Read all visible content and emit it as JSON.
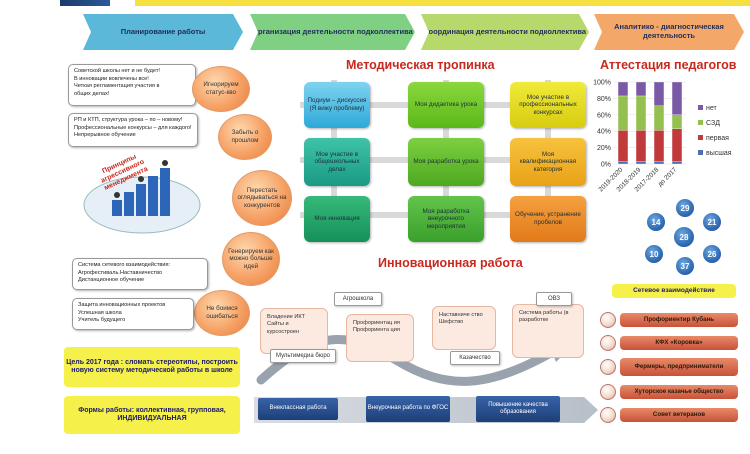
{
  "header": {
    "items": [
      {
        "label": "Планирование работы",
        "color": "#5bb8d8"
      },
      {
        "label": "Организация деятельности подколлектива",
        "color": "#7fd082"
      },
      {
        "label": "Координация деятельности подколлектива",
        "color": "#b7d86a"
      },
      {
        "label": "Аналитико - диагностическая деятельность",
        "color": "#f3a86a"
      }
    ]
  },
  "principles": {
    "sign_label": "Принципы агрессивного менеджмента",
    "circles": [
      {
        "label": "Игнорируем статус-кво"
      },
      {
        "label": "Забыть о прошлом"
      },
      {
        "label": "Перестать оглядываться на конкурентов"
      },
      {
        "label": "Генерируем как можно больше идей"
      },
      {
        "label": "Не боимся ошибаться"
      }
    ],
    "notes": [
      {
        "lines": [
          "Советской школы нет и не будет!",
          "В инновации вовлечены все!",
          "Четкая регламентация участия в",
          "общих делах!"
        ]
      },
      {
        "lines": [
          "РП и КТП, структура урока – по – новому!",
          "Профессиональные конкурсы – для каждого!",
          "Непрерывное обучение"
        ]
      },
      {
        "lines": [
          "Система сетевого взаимодействия:",
          "Агрофестиваль.Наставничество",
          "Дистанционное обучение"
        ]
      },
      {
        "lines": [
          "Защита инновационных проектов",
          "Успешная школа",
          "Учитель будущего"
        ]
      }
    ]
  },
  "goal": {
    "text": "Цель 2017 года : сломать стереотипы, построить новую систему методической работы в школе",
    "forms": "Формы работы: коллективная, групповая, ИНДИВИДУАЛЬНАЯ"
  },
  "methodical": {
    "title": "Методическая тропинка",
    "boxes": [
      {
        "label": "Подиум – дискуссия (Я вижу проблему)"
      },
      {
        "label": "Мое участие в общешкольных делах"
      },
      {
        "label": "Моя инновация"
      },
      {
        "label": "Моя дидактика урока"
      },
      {
        "label": "Моя разработка урока"
      },
      {
        "label": "Моя разработка внеурочного мероприятия"
      },
      {
        "label": "Мое участие в профессиональных конкурсах"
      },
      {
        "label": "Моя квалификационная категория"
      },
      {
        "label": "Обучение, устранение пробелов"
      }
    ]
  },
  "innovation": {
    "title": "Инновационная работа",
    "cards": [
      {
        "items": [
          "Владение ИКТ",
          "Сайты и курсостроен"
        ],
        "tag": "Мультимедиа бюро"
      },
      {
        "items": [
          "Профориентац ия",
          "Профориента ция"
        ],
        "tag": "Агрошкола"
      },
      {
        "items": [
          "Наставниче ство",
          "Шефство"
        ],
        "tag": "Казачество"
      },
      {
        "items": [
          "Система работы (в разработке"
        ],
        "tag": "ОВЗ"
      }
    ],
    "bars": [
      {
        "label": "Внеклассная работа"
      },
      {
        "label": "Внеурочная работа по ФГОС"
      },
      {
        "label": "Повышение качества образования"
      }
    ]
  },
  "attestation": {
    "title": "Аттестация педагогов",
    "legend": [
      "нет",
      "СЗД",
      "первая",
      "высшая"
    ]
  },
  "chart_data": {
    "type": "bar",
    "stacked": true,
    "categories": [
      "2019-2020",
      "2018-2019",
      "2017-2018",
      "до 2017"
    ],
    "series": [
      {
        "name": "высшая",
        "values": [
          3,
          3,
          3,
          3
        ],
        "color": "#4f6fb0"
      },
      {
        "name": "первая",
        "values": [
          38,
          38,
          38,
          40
        ],
        "color": "#c0393b"
      },
      {
        "name": "СЗД",
        "values": [
          42,
          42,
          30,
          17
        ],
        "color": "#93c04e"
      },
      {
        "name": "нет",
        "values": [
          17,
          17,
          29,
          40
        ],
        "color": "#7a5aa6"
      }
    ],
    "ylim": [
      0,
      100
    ],
    "yticks": [
      "0%",
      "20%",
      "40%",
      "60%",
      "80%",
      "100%"
    ],
    "legend_position": "right"
  },
  "network": {
    "title": "Сетевое взаимодействие",
    "numbers": [
      "29",
      "14",
      "21",
      "28",
      "10",
      "26",
      "37"
    ],
    "partners": [
      "Профориентир Кубань",
      "КФХ «Коровка»",
      "Фермеры, предприниматели",
      "Хуторское казачье общество",
      "Совет ветеранов"
    ]
  }
}
